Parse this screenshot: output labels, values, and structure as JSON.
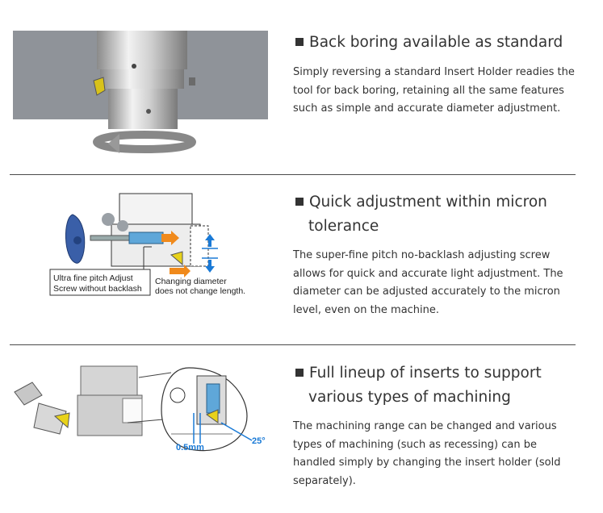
{
  "sections": [
    {
      "title": "Back boring available as standard",
      "title_line2": "",
      "description": "Simply reversing a standard Insert Holder readies the tool for back boring, retaining all the same features such as simple and accurate diameter adjustment."
    },
    {
      "title": "Quick adjustment within micron",
      "title_line2": "tolerance",
      "description": "The super-fine pitch no-backlash adjusting screw allows for quick and accurate light adjustment. The diameter can be adjusted accurately to the micron level, even on the machine.",
      "figure_labels": {
        "screw_line1": "Ultra fine pitch Adjust",
        "screw_line2": "Screw without backlash",
        "diameter_line1": "Changing diameter",
        "diameter_line2": "does not change length."
      }
    },
    {
      "title": "Full lineup of inserts to support",
      "title_line2": "various types of machining",
      "description": "The machining range can be changed and various types of machining (such as recessing) can be handled simply by changing the insert holder (sold separately).",
      "figure_labels": {
        "offset": "0.5mm",
        "angle": "25°"
      }
    }
  ],
  "colors": {
    "accent_orange": "#f08a1c",
    "accent_blue": "#1a7ad6",
    "handle_blue": "#3a5fa8",
    "insert_yellow": "#e8d21a"
  }
}
